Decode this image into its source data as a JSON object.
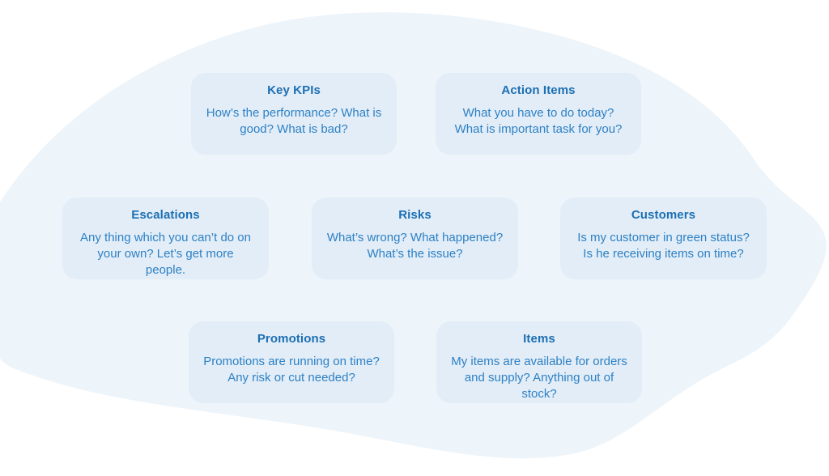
{
  "colors": {
    "card-bg": "#e2edf7",
    "title-color": "#1d6fb3",
    "body-color": "#2e81c4",
    "blob-color": "#edf4fa",
    "page-bg": "#ffffff"
  },
  "cards": [
    {
      "id": "key-kpis",
      "title": "Key KPIs",
      "description": "How’s the performance? What is good? What is bad?"
    },
    {
      "id": "action-items",
      "title": "Action Items",
      "description": "What you have to do today? What is important task for you?"
    },
    {
      "id": "escalations",
      "title": "Escalations",
      "description": "Any thing which you can’t do on your own? Let’s get more people."
    },
    {
      "id": "risks",
      "title": "Risks",
      "description": "What’s wrong? What happened? What’s the issue?"
    },
    {
      "id": "customers",
      "title": "Customers",
      "description": "Is my customer in green status? Is he receiving items on time?"
    },
    {
      "id": "promotions",
      "title": "Promotions",
      "description": "Promotions are running on time? Any risk or cut needed?"
    },
    {
      "id": "items",
      "title": "Items",
      "description": "My items are available for orders and supply? Anything out of stock?"
    }
  ]
}
